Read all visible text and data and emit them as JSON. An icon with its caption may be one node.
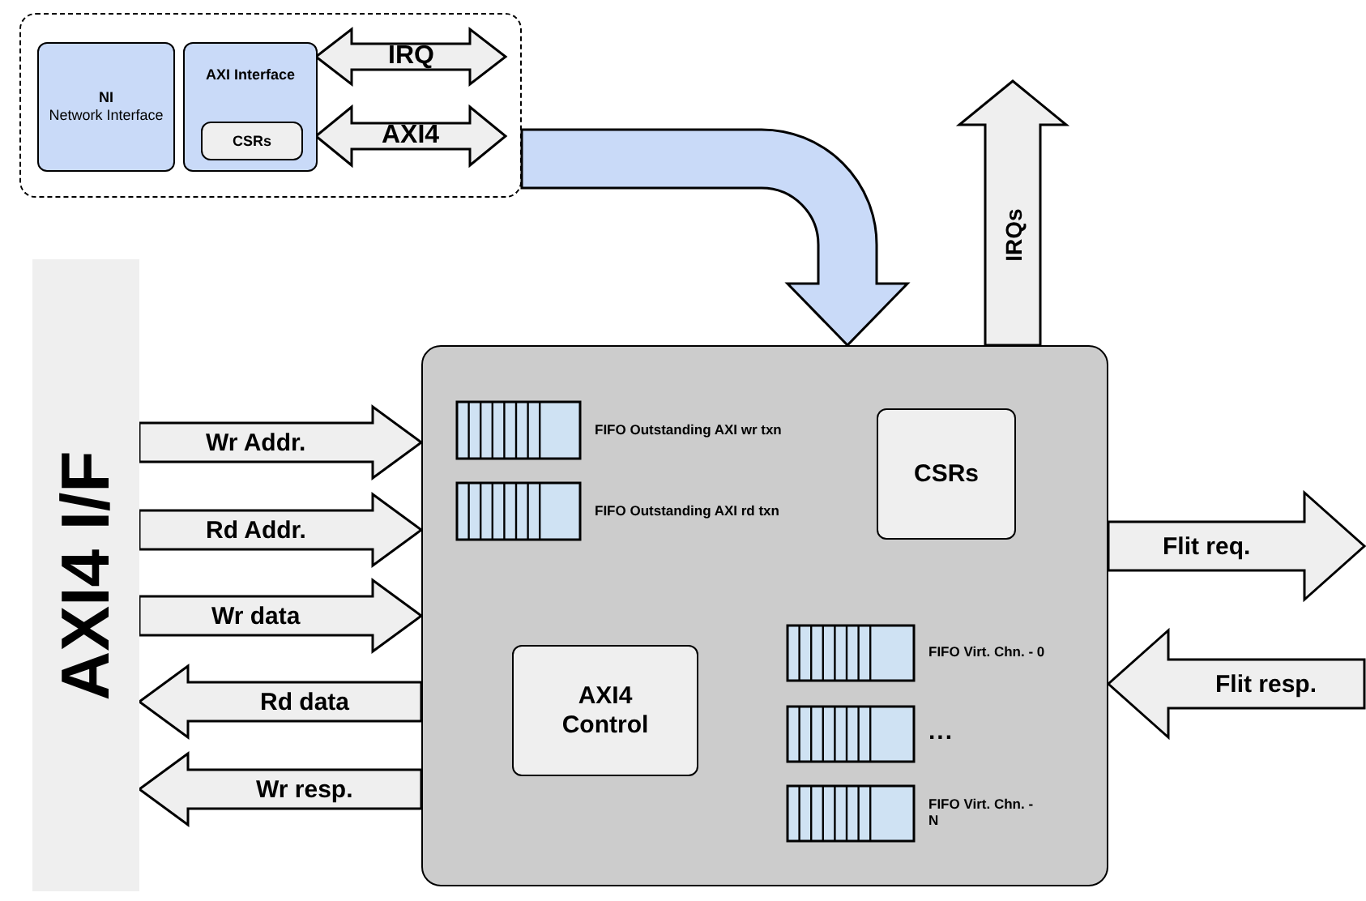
{
  "diagram": {
    "nodes": [
      {
        "text": [],
        "shape": "box"
      },
      {
        "text": [
          "NI",
          "Network Interface"
        ],
        "in": 0
      },
      {
        "text": [
          "AXI Interface"
        ],
        "in": 0
      },
      {
        "text": [
          "CSRs"
        ],
        "in": 2
      },
      {
        "text": [
          "AXI4 I/F"
        ]
      },
      {
        "text": [],
        "shape": "box"
      },
      {
        "text": [],
        "shape": "bar",
        "in": 5,
        "beside": [
          "FIFO Outstanding AXI wr txn"
        ]
      },
      {
        "text": [],
        "shape": "bar",
        "in": 5,
        "beside": [
          "FIFO Outstanding AXI rd txn"
        ]
      },
      {
        "text": [
          "CSRs"
        ],
        "in": 5
      },
      {
        "text": [
          "AXI4 Control"
        ],
        "in": 5
      },
      {
        "text": [],
        "shape": "bar",
        "in": 5,
        "beside": [
          "FIFO Virt. Chn. - 0"
        ]
      },
      {
        "text": [],
        "shape": "bar",
        "in": 5,
        "beside": [
          "..."
        ]
      },
      {
        "text": [],
        "shape": "bar",
        "in": 5,
        "beside": [
          "FIFO Virt. Chn. - N"
        ]
      }
    ],
    "edges": [
      {
        "from": 0,
        "to": 5,
        "arrow": "to",
        "color": "#c9daf8"
      },
      {
        "from": 2,
        "to": null,
        "arrow": "both",
        "label": "IRQ"
      },
      {
        "from": 2,
        "to": null,
        "arrow": "both",
        "label": "AXI4"
      },
      {
        "from": 5,
        "to": null,
        "arrow": "to",
        "label": "IRQs"
      },
      {
        "from": 4,
        "to": 5,
        "arrow": "to",
        "label": "Wr Addr."
      },
      {
        "from": 4,
        "to": 5,
        "arrow": "to",
        "label": "Rd Addr."
      },
      {
        "from": 4,
        "to": 5,
        "arrow": "to",
        "label": "Wr data"
      },
      {
        "from": 5,
        "to": 4,
        "arrow": "to",
        "label": "Rd data"
      },
      {
        "from": 5,
        "to": 4,
        "arrow": "to",
        "label": "Wr resp."
      },
      {
        "from": 5,
        "to": null,
        "arrow": "to",
        "label": "Flit req."
      },
      {
        "from": null,
        "to": 5,
        "arrow": "to",
        "label": "Flit resp."
      }
    ]
  }
}
